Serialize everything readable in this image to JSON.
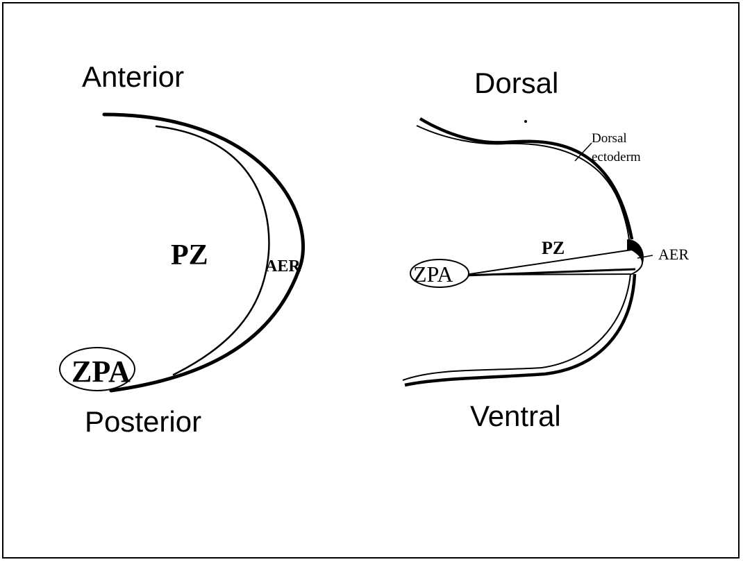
{
  "left_panel": {
    "top_label": "Anterior",
    "bottom_label": "Posterior",
    "center_label": "PZ",
    "ridge_label": "AER",
    "zpa_label": "ZPA"
  },
  "right_panel": {
    "top_label": "Dorsal",
    "bottom_label": "Ventral",
    "ectoderm_label_line1": "Dorsal",
    "ectoderm_label_line2": "ectoderm",
    "center_label": "PZ",
    "ridge_label": "AER",
    "zpa_label": "ZPA"
  }
}
